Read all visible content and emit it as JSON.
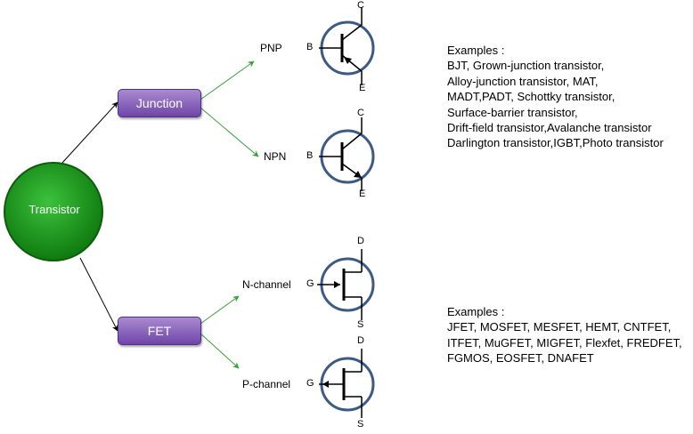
{
  "root": {
    "label": "Transistor"
  },
  "categories": {
    "junction": {
      "label": "Junction"
    },
    "fet": {
      "label": "FET"
    }
  },
  "types": {
    "pnp": {
      "label": "PNP",
      "pins": {
        "base": "B",
        "collector": "C",
        "emitter": "E"
      }
    },
    "npn": {
      "label": "NPN",
      "pins": {
        "base": "B",
        "collector": "C",
        "emitter": "E"
      }
    },
    "nchannel": {
      "label": "N-channel",
      "pins": {
        "gate": "G",
        "drain": "D",
        "source": "S"
      }
    },
    "pchannel": {
      "label": "P-channel",
      "pins": {
        "gate": "G",
        "drain": "D",
        "source": "S"
      }
    }
  },
  "examples": {
    "junction": {
      "heading": "Examples :",
      "lines": [
        "BJT, Grown-junction transistor,",
        "Alloy-junction transistor, MAT,",
        "MADT,PADT, Schottky transistor,",
        "Surface-barrier transistor,",
        "Drift-field transistor,Avalanche transistor",
        "Darlington transistor,IGBT,Photo transistor"
      ]
    },
    "fet": {
      "heading": "Examples :",
      "lines": [
        "JFET, MOSFET, MESFET, HEMT, CNTFET,",
        "ITFET, MuGFET, MIGFET, Flexfet, FREDFET,",
        "FGMOS, EOSFET, DNAFET"
      ]
    }
  },
  "colors": {
    "root_fill": "#1e8f1e",
    "category_fill": "#7a52b3",
    "arrow_black": "#000000",
    "arrow_green": "#3aa03a",
    "symbol_ring": "#3c5a86"
  }
}
